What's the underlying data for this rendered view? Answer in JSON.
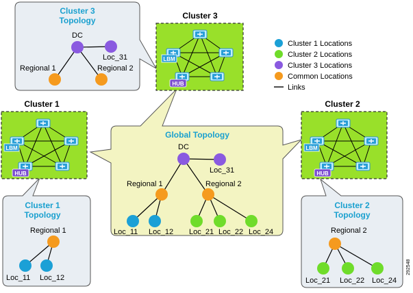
{
  "colors": {
    "cluster1": "#1ba0d6",
    "cluster2": "#6fdc2a",
    "cluster3": "#8a5ae0",
    "common": "#f59a1e",
    "cluster_fill": "#99e02a",
    "global_fill": "#f3f4c2",
    "topology_fill": "#e9eef3"
  },
  "clusters": {
    "c3": {
      "title": "Cluster 3",
      "lbm": "LBM",
      "hub": "HUB"
    },
    "c1": {
      "title": "Cluster 1",
      "lbm": "LBM",
      "hub": "HUB"
    },
    "c2": {
      "title": "Cluster 2",
      "lbm": "LBM",
      "hub": "HUB"
    }
  },
  "legend": [
    {
      "label": "Cluster 1 Locations",
      "kind": "cluster1"
    },
    {
      "label": "Cluster 2 Locations",
      "kind": "cluster2"
    },
    {
      "label": "Cluster 3 Locations",
      "kind": "cluster3"
    },
    {
      "label": "Common Locations",
      "kind": "common"
    },
    {
      "label": "Links",
      "kind": "line"
    }
  ],
  "cluster3_topology": {
    "title_line1": "Cluster 3",
    "title_line2": "Topology",
    "nodes": {
      "dc": "DC",
      "loc31": "Loc_31",
      "regional1": "Regional 1",
      "regional2": "Regional 2"
    }
  },
  "global_topology": {
    "title": "Global Topology",
    "nodes": {
      "dc": "DC",
      "loc31": "Loc_31",
      "regional1": "Regional 1",
      "regional2": "Regional 2",
      "loc11": "Loc_11",
      "loc12": "Loc_12",
      "loc21": "Loc_21",
      "loc22": "Loc_22",
      "loc24": "Loc_24"
    }
  },
  "cluster1_topology": {
    "title_line1": "Cluster 1",
    "title_line2": "Topology",
    "nodes": {
      "regional1": "Regional 1",
      "loc11": "Loc_11",
      "loc12": "Loc_12"
    }
  },
  "cluster2_topology": {
    "title_line1": "Cluster 2",
    "title_line2": "Topology",
    "nodes": {
      "regional2": "Regional 2",
      "loc21": "Loc_21",
      "loc22": "Loc_22",
      "loc24": "Loc_24"
    }
  },
  "figure_id": "292548"
}
